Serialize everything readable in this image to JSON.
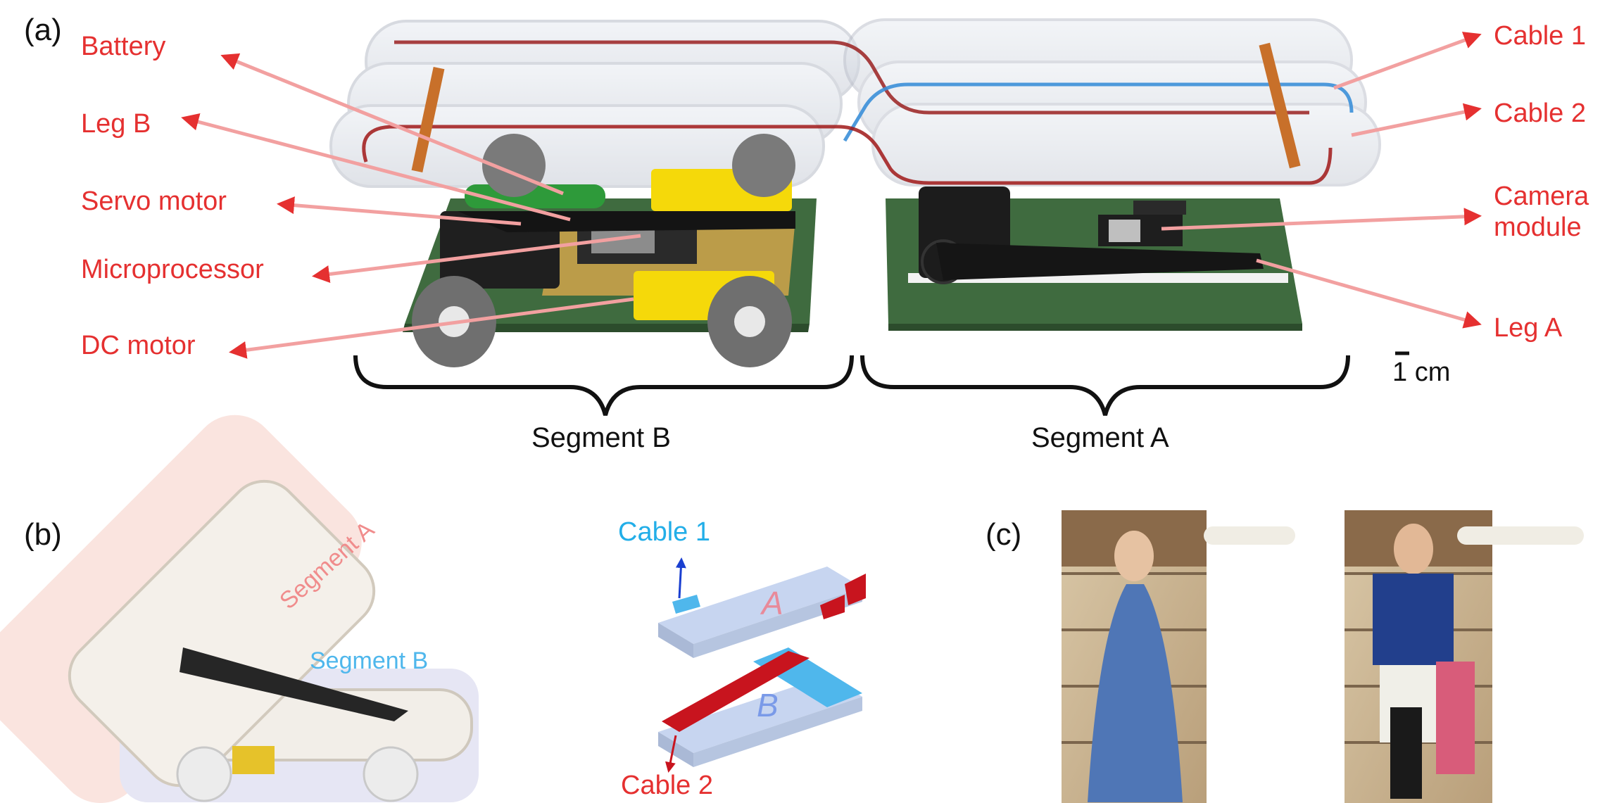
{
  "panels": {
    "a": "(a)",
    "b": "(b)",
    "c": "(c)"
  },
  "callouts_left": [
    "Battery",
    "Leg B",
    "Servo motor",
    "Microprocessor",
    "DC motor"
  ],
  "callouts_right": {
    "cable1": "Cable 1",
    "cable2": "Cable 2",
    "camera_line1": "Camera",
    "camera_line2": "module",
    "leg_a": "Leg A"
  },
  "segments": {
    "b": "Segment B",
    "a": "Segment A"
  },
  "scale_bar": "1 cm",
  "panel_b": {
    "photo_segment_a": "Segment A",
    "photo_segment_b": "Segment B",
    "schematic_cable1": "Cable 1",
    "schematic_cable2": "Cable 2",
    "block_a": "A",
    "block_b": "B"
  },
  "colors": {
    "callout": "#e53030",
    "arrow": "#f2a0a0",
    "cable_blue": "#2aa8e0",
    "cable_red": "#c8141e",
    "pcb_green": "#3f6b3f",
    "motor_yellow": "#f5d90a"
  }
}
